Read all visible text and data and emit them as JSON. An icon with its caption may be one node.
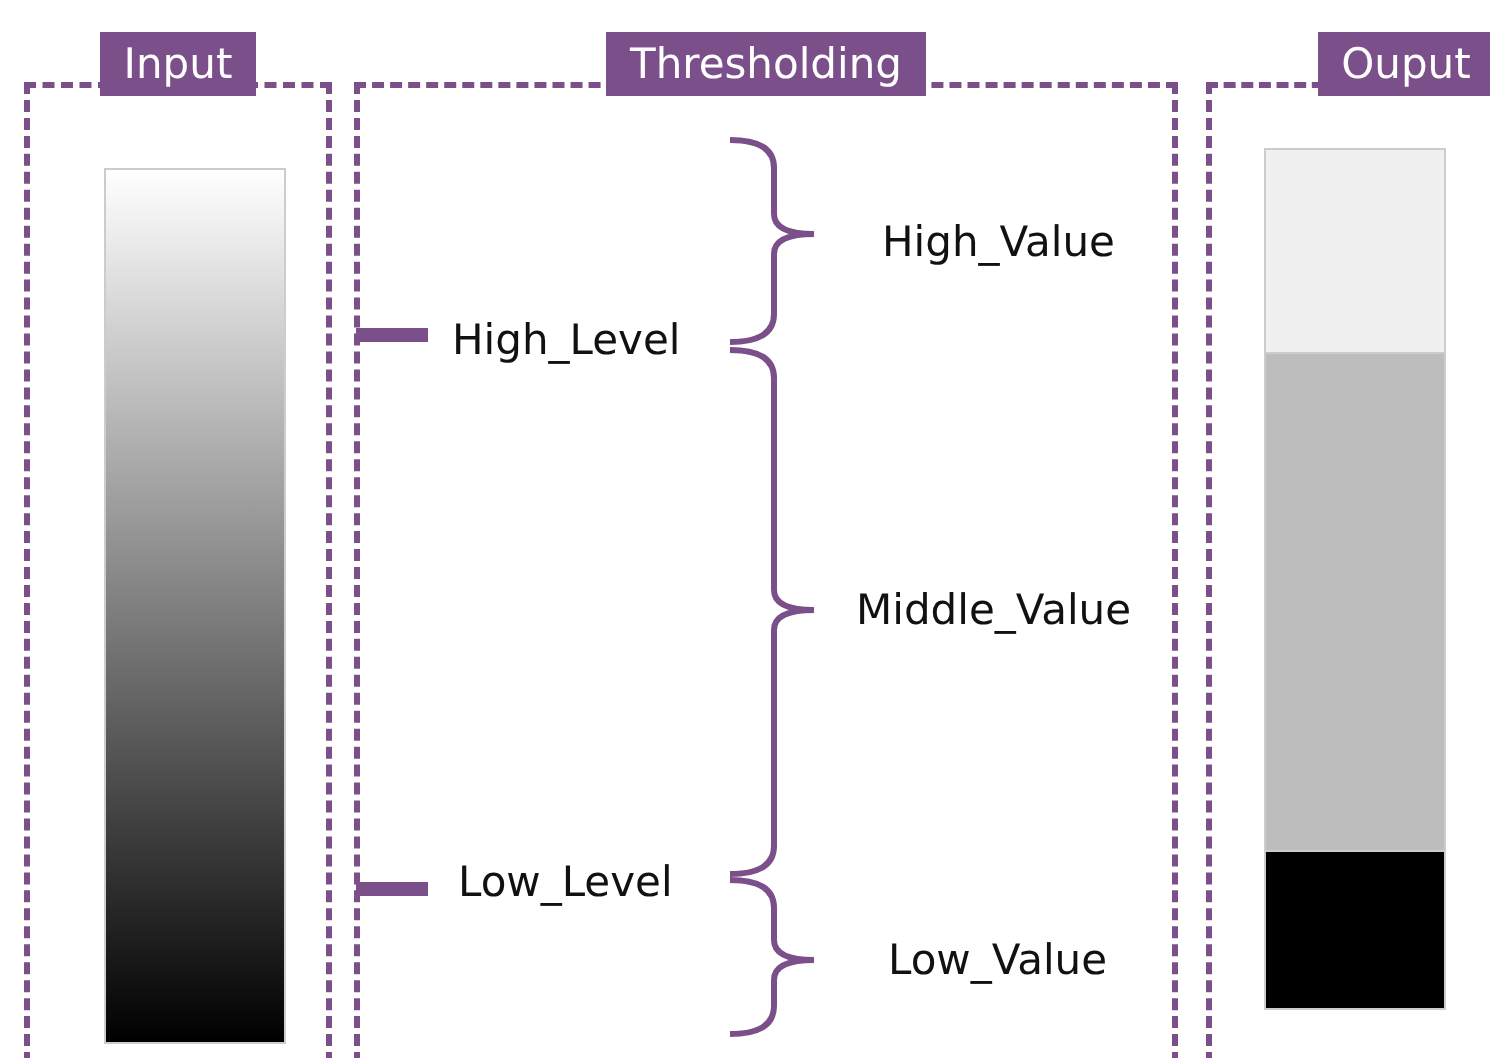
{
  "diagram": {
    "nodes": [
      {
        "text": [
          "Input"
        ]
      },
      {
        "text": [],
        "shape": "bar",
        "in": 0
      },
      {
        "text": [
          "Thresholding"
        ]
      },
      {
        "text": [
          "Ouput"
        ]
      },
      {
        "text": [],
        "shape": "box",
        "in": 3
      },
      {
        "text": [],
        "shape": "box",
        "in": 3
      },
      {
        "text": [],
        "shape": "box",
        "in": 3
      }
    ],
    "labels": [
      "High_Value",
      "High_Level",
      "Middle_Value",
      "Low_Level",
      "Low_Value"
    ]
  }
}
